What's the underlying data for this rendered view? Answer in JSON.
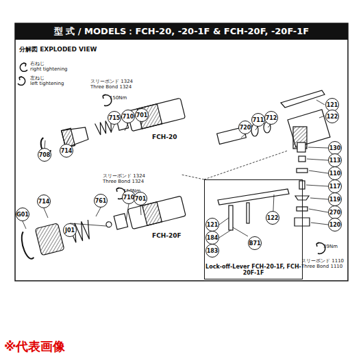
{
  "diagram": {
    "title": "型 式 / MODELS：FCH-20, -20-1F & FCH-20F, -20F-1F",
    "caption": "※代表画像",
    "nodes": [
      {
        "text": [
          "Lock-off-Lever FCH-20-1F, FCH-20F-1F"
        ]
      }
    ],
    "labels": [
      "分解図 EXPLODED VIEW",
      "右ねじ",
      "right tightening",
      "左ねじ",
      "left tightening",
      "スリーボンド 1324",
      "Three Bond 1324",
      "150Nm",
      "FCH-20",
      "121",
      "122",
      "720",
      "711",
      "712",
      "701",
      "710",
      "715",
      "714",
      "708",
      "130",
      "113",
      "110",
      "117",
      "119",
      "270",
      "120",
      "FCH-20F",
      "スリーボンド 1324",
      "Three Bond 1324",
      "150Nm",
      "761",
      "710",
      "701",
      "714",
      "G01",
      "J01",
      "121",
      "184",
      "183",
      "B71",
      "122",
      "スリーボンド 1110",
      "Three Bond 1110",
      "39Nm"
    ]
  }
}
